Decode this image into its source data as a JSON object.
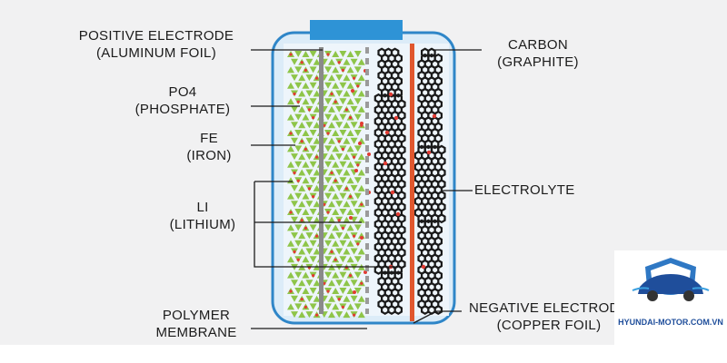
{
  "labels": {
    "positive_electrode": [
      "POSITIVE ELECTRODE",
      "(ALUMINUM FOIL)"
    ],
    "phosphate": [
      "PO4",
      "(PHOSPHATE)"
    ],
    "iron": [
      "FE",
      "(IRON)"
    ],
    "lithium": [
      "LI",
      "(LITHIUM)"
    ],
    "polymer_membrane": [
      "POLYMER",
      "MEMBRANE"
    ],
    "carbon": [
      "CARBON",
      "(GRAPHITE)"
    ],
    "electrolyte": [
      "ELECTROLYTE"
    ],
    "negative_electrode": [
      "NEGATIVE ELECTRODE",
      "(COPPER FOIL)"
    ]
  },
  "watermark": {
    "text": "HYUNDAI-MOTOR.COM.VN"
  },
  "colors": {
    "panel_bg": "#f1f1f2",
    "cell_fill": "#dcecf8",
    "cell_border": "#2f86c8",
    "terminal": "#2e93d6",
    "cathode_green": "#8ec549",
    "aluminum_foil": "#8a8a8a",
    "membrane": "#9a9a9a",
    "graphite": "#1a1a1a",
    "copper_foil": "#e0572e",
    "lithium_dot": "#e23b33"
  }
}
